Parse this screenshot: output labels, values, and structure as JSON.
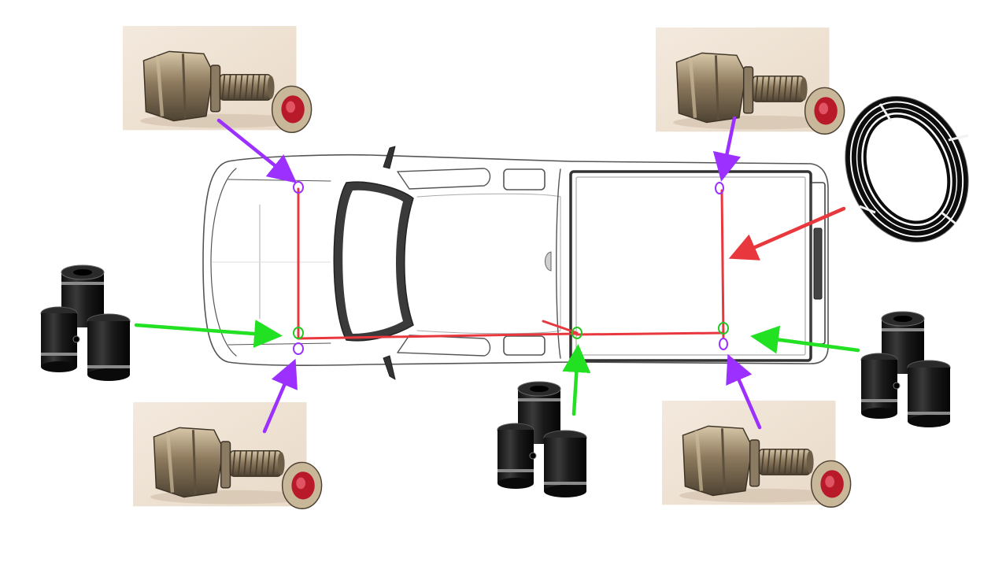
{
  "diagram": {
    "subject": "pickup-truck-top-view",
    "colors": {
      "air_line": "#e8383d",
      "tee_arrow": "#22e022",
      "valve_arrow": "#9b30ff",
      "valve_marker": "#9b30ff",
      "tee_marker": "#22c822",
      "truck_outline": "#555555",
      "photo_bg": "#efe3d6"
    },
    "components": [
      {
        "id": "valve-front-left",
        "kind": "schrader-valve-fitting-photo",
        "icon": "valve-icon"
      },
      {
        "id": "valve-rear-left",
        "kind": "schrader-valve-fitting-photo",
        "icon": "valve-icon"
      },
      {
        "id": "valve-front-right",
        "kind": "schrader-valve-fitting-photo",
        "icon": "valve-icon"
      },
      {
        "id": "valve-rear-right",
        "kind": "schrader-valve-fitting-photo",
        "icon": "valve-icon"
      },
      {
        "id": "tee-front",
        "kind": "push-to-connect-tee-photo",
        "icon": "tee-fitting-icon"
      },
      {
        "id": "tee-middle",
        "kind": "push-to-connect-tee-photo",
        "icon": "tee-fitting-icon"
      },
      {
        "id": "tee-rear",
        "kind": "push-to-connect-tee-photo",
        "icon": "tee-fitting-icon"
      },
      {
        "id": "air-line-coil",
        "kind": "black-air-hose-coil-photo",
        "icon": "hose-coil-icon"
      }
    ]
  }
}
